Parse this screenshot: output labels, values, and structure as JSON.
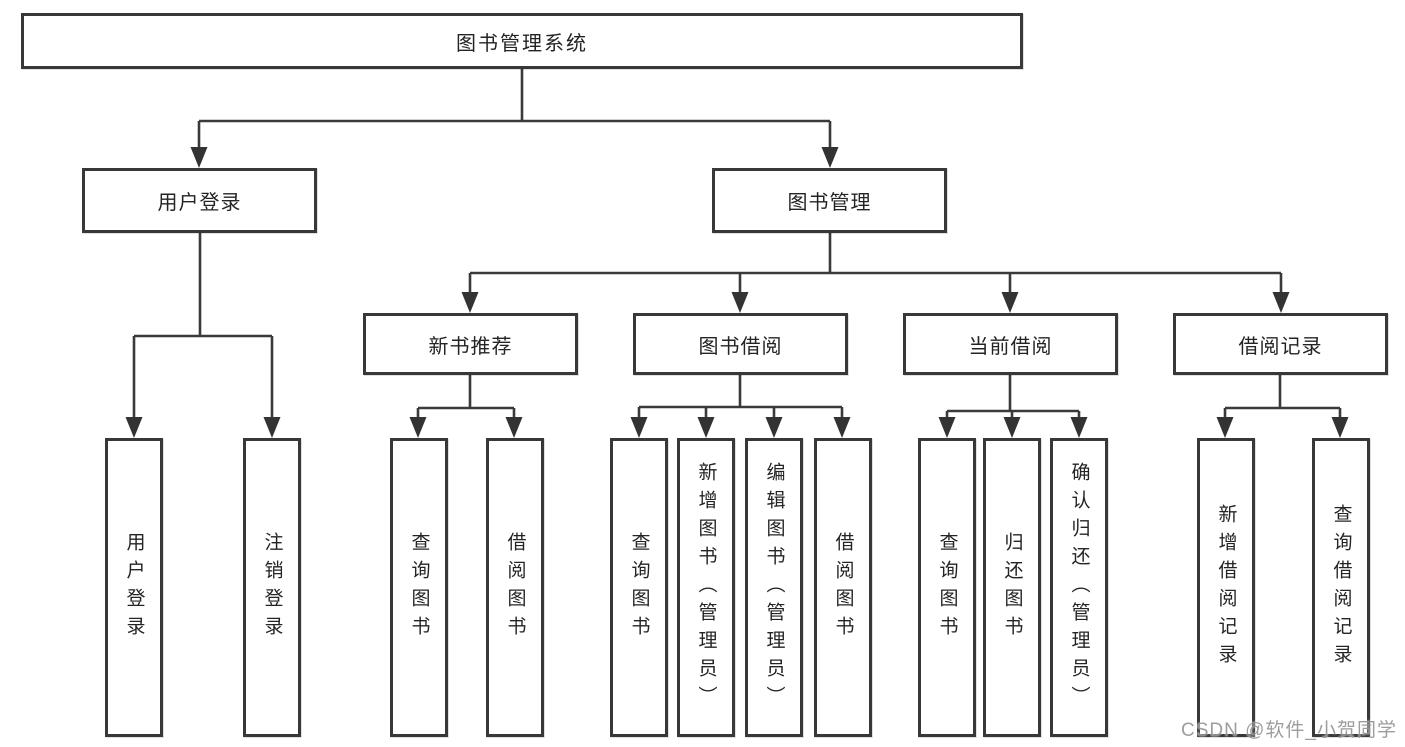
{
  "diagram": {
    "root_label": "图书管理系统",
    "level2": [
      {
        "label": "用户登录"
      },
      {
        "label": "图书管理"
      }
    ],
    "level3": [
      {
        "label": "新书推荐"
      },
      {
        "label": "图书借阅"
      },
      {
        "label": "当前借阅"
      },
      {
        "label": "借阅记录"
      }
    ],
    "children": {
      "user_login": [
        "用户登录",
        "注销登录"
      ],
      "new_book_recommend": [
        "查询图书",
        "借阅图书"
      ],
      "book_borrow": [
        "查询图书",
        "新增图书（管理员）",
        "编辑图书（管理员）",
        "借阅图书"
      ],
      "current_borrow": [
        "查询图书",
        "归还图书",
        "确认归还（管理员）"
      ],
      "borrow_records": [
        "新增借阅记录",
        "查询借阅记录"
      ]
    }
  },
  "watermark": {
    "text": "CSDN @软件_小贺同学"
  }
}
